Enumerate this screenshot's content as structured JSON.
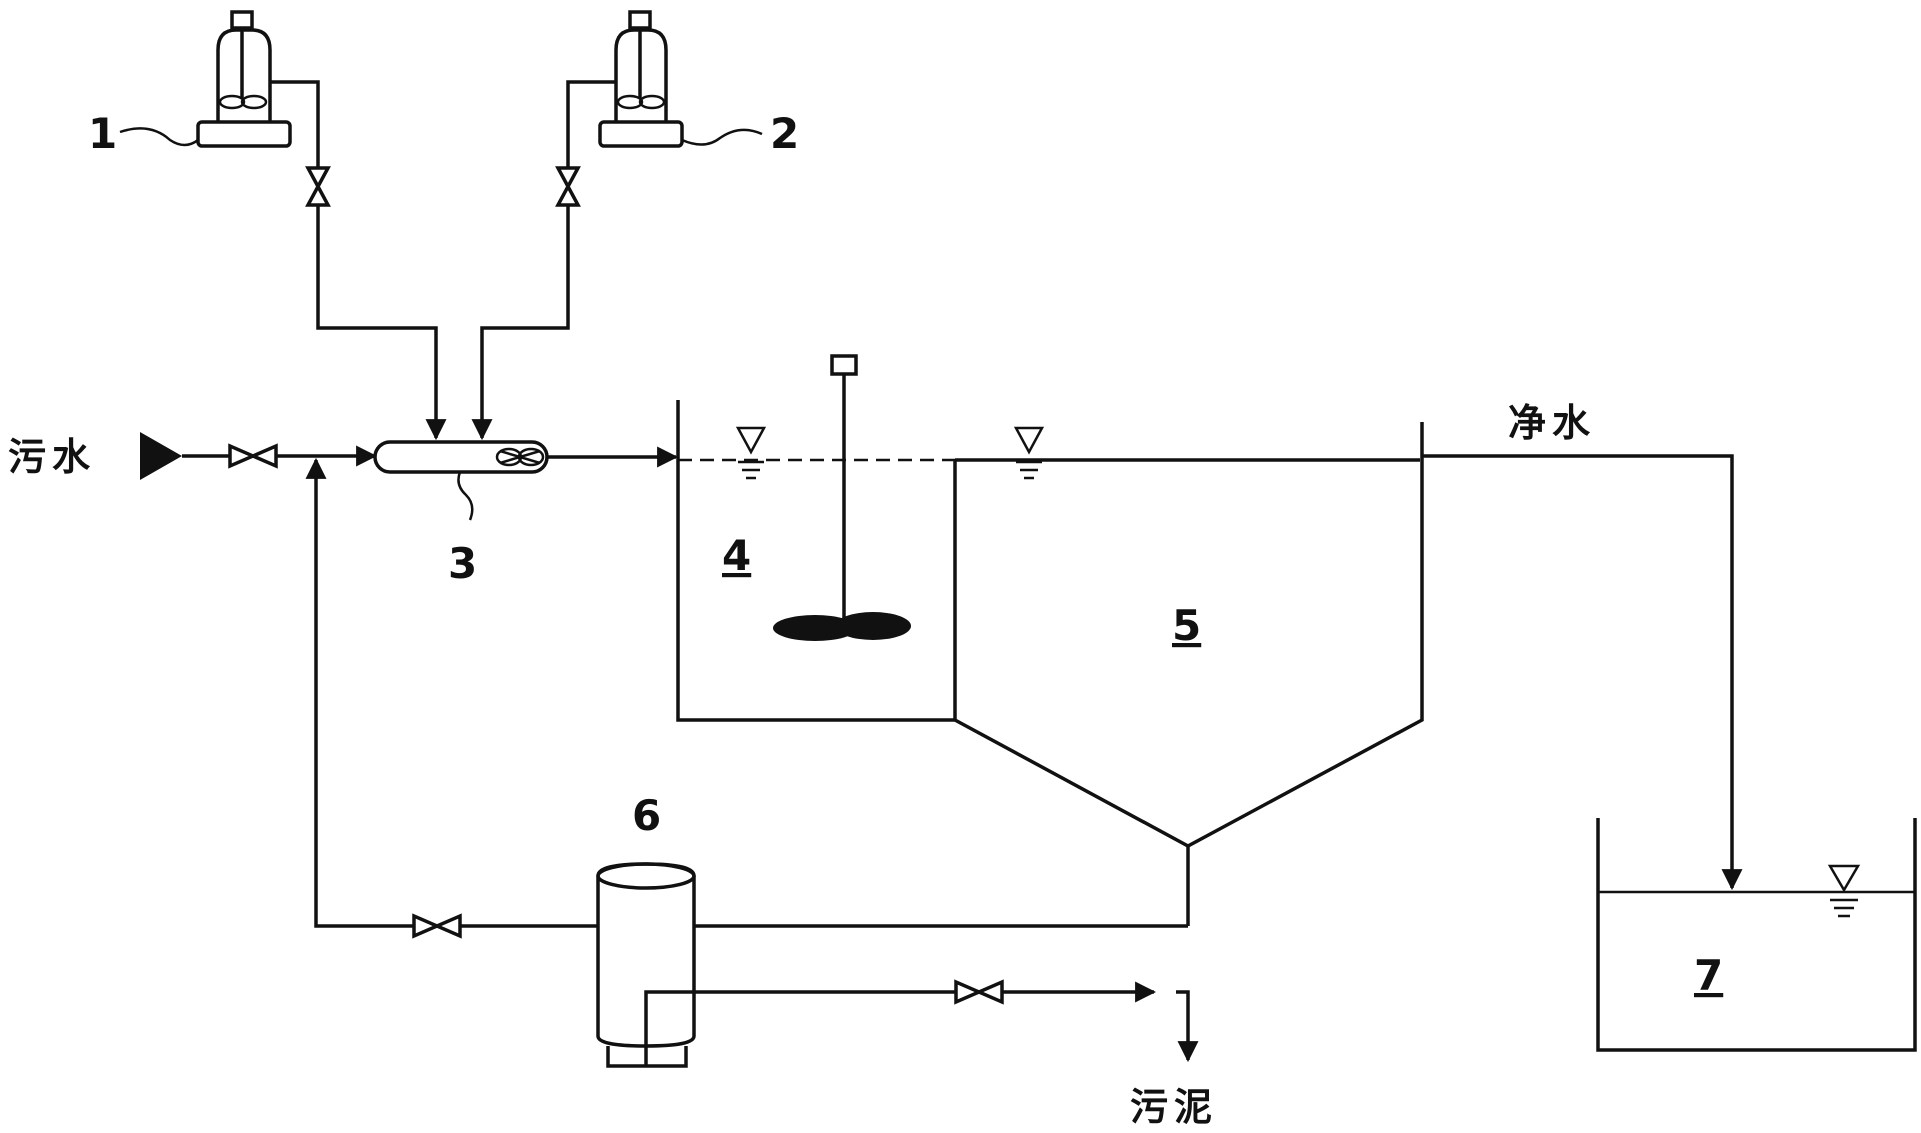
{
  "labels": {
    "n1": "1",
    "n2": "2",
    "n3": "3",
    "n4": "4",
    "n5": "5",
    "n6": "6",
    "n7": "7"
  },
  "flows": {
    "inlet": "污水",
    "clean_water": "净水",
    "sludge": "污泥"
  },
  "colors": {
    "line": "#111111",
    "background": "#ffffff"
  }
}
